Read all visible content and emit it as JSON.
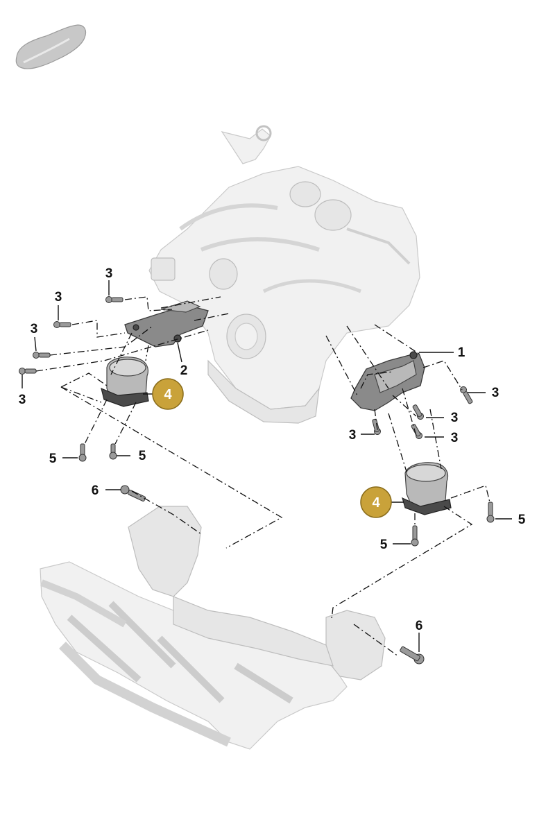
{
  "callouts": {
    "c1": "1",
    "c2": "2",
    "c3": "3",
    "c4": "4",
    "c5": "5",
    "c6": "6"
  },
  "colors": {
    "badge_fill": "#c9a23a",
    "badge_stroke": "#8a6d1c",
    "line": "#111111"
  },
  "icons": {
    "vehicle": "car-silhouette-icon"
  }
}
